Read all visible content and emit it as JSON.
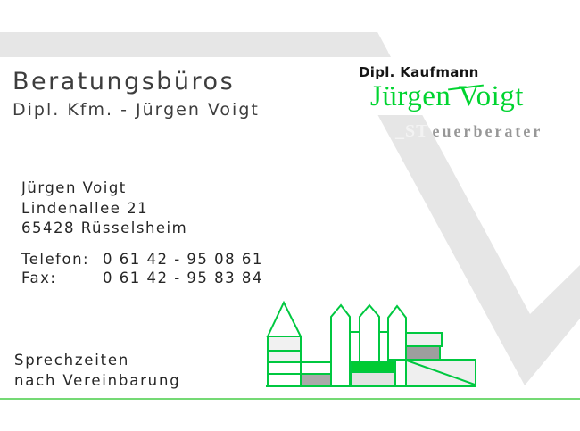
{
  "card": {
    "header": {
      "line1": "Beratungsbüros",
      "line2": "Dipl. Kfm. - Jürgen Voigt"
    },
    "logo": {
      "credential": "Dipl. Kaufmann",
      "name": "Jürgen Voigt",
      "profession_prefix": "_ST",
      "profession_suffix": "euerberater"
    },
    "address": {
      "name": "Jürgen Voigt",
      "street": "Lindenallee 21",
      "city": "65428 Rüsselsheim"
    },
    "phone": {
      "label": "Telefon:",
      "number": "0 61 42 - 95 08 61"
    },
    "fax": {
      "label": "Fax:",
      "number": "0 61 42 - 95 83 84"
    },
    "hours": {
      "line1": "Sprechzeiten",
      "line2": "nach Vereinbarung"
    },
    "icons": {
      "watermark": "letter-v-watermark",
      "skyline": "city-skyline"
    },
    "colors": {
      "logo_green": "#00d430",
      "outline_green": "#00c840",
      "band_green": "#00cb33",
      "divider_green": "#74d974",
      "watermark_gray": "#e6e6e6",
      "dark_gray_fill": "#9e9e9e",
      "light_gray_fill": "#efefef",
      "heading_gray": "#3d3d3d"
    }
  }
}
